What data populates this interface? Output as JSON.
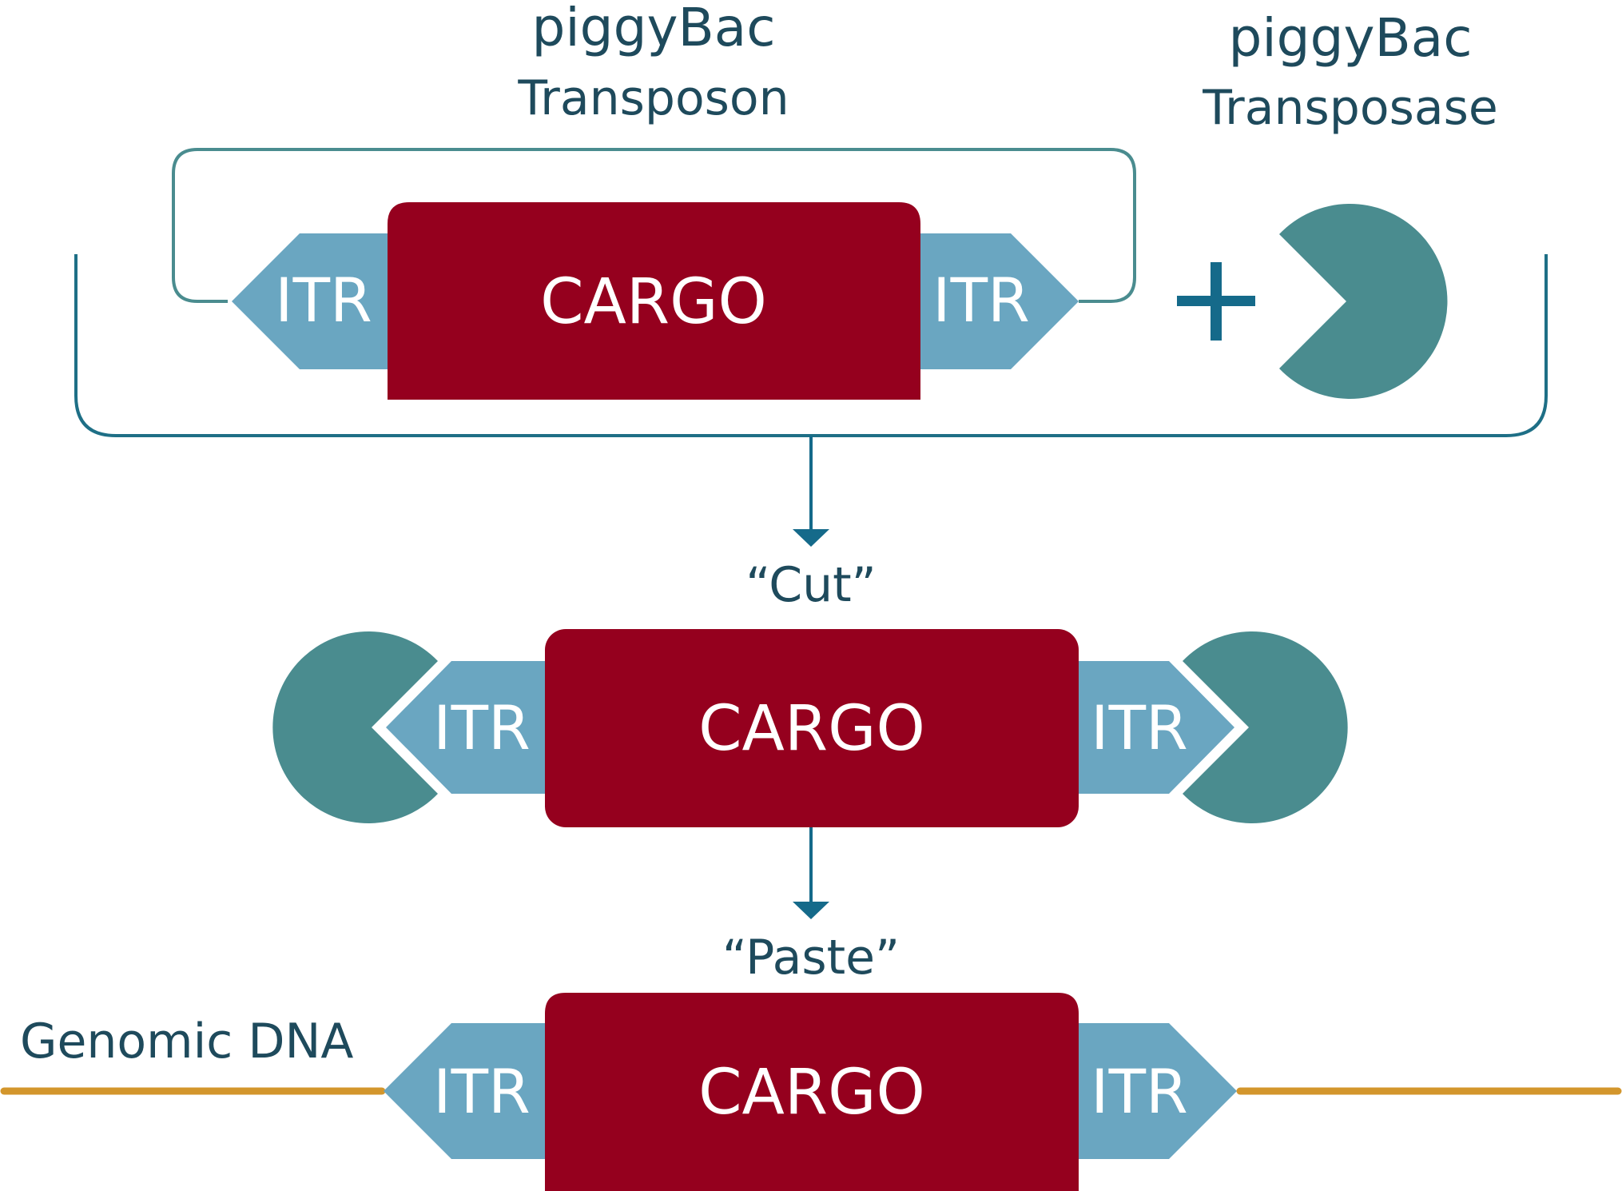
{
  "transposon": {
    "line1": "piggyBac",
    "line2": "Transposon"
  },
  "transposase": {
    "line1": "piggyBac",
    "line2": "Transposase"
  },
  "plus_sign": "+",
  "steps": {
    "cut": "“Cut”",
    "paste": "“Paste”"
  },
  "genomic_dna": "Genomic DNA",
  "labels": {
    "itr": "ITR",
    "cargo": "CARGO"
  },
  "colors": {
    "cargo": "#95001e",
    "itr": "#6aa6c1",
    "transposase": "#4a8c8f",
    "bracket": "#1e6f86",
    "arrow": "#156a8a",
    "text": "#1e4a5c",
    "genomic_dna_line": "#d3962c"
  },
  "icons": {
    "transposase": "pacman-enzyme-icon",
    "arrow": "arrow-down-icon"
  }
}
